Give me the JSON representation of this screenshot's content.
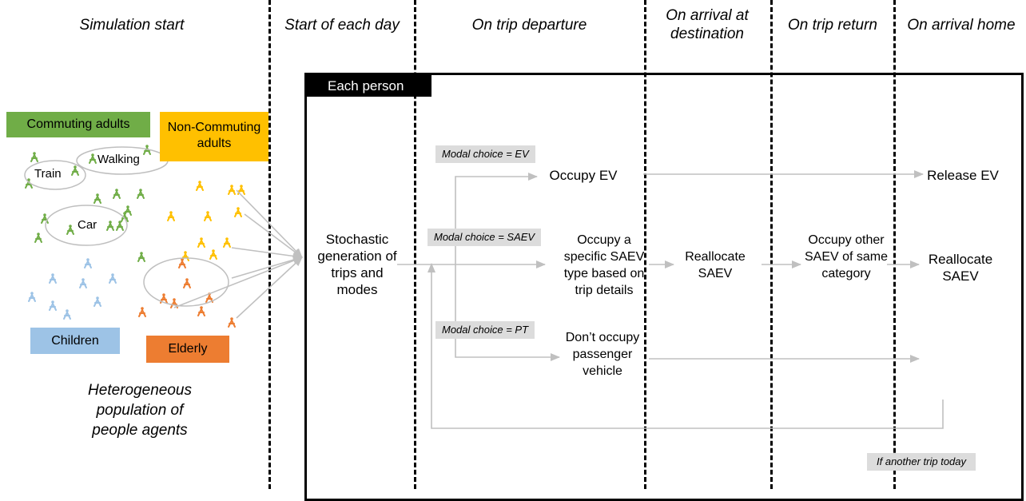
{
  "phases": {
    "sim_start": "Simulation start",
    "day_start": "Start of each day",
    "departure": "On trip departure",
    "arrival": "On arrival at destination",
    "return": "On trip return",
    "home": "On arrival home"
  },
  "population": {
    "commuting": "Commuting adults",
    "non_commuting": "Non-Commuting adults",
    "children": "Children",
    "elderly": "Elderly",
    "train": "Train",
    "walking": "Walking",
    "car": "Car",
    "caption": "Heterogeneous population of people agents"
  },
  "process": {
    "each_person": "Each person",
    "stochastic": "Stochastic generation of trips and modes",
    "modal_ev": "Modal choice = EV",
    "modal_saev": "Modal choice = SAEV",
    "modal_pt": "Modal choice = PT",
    "occupy_ev": "Occupy EV",
    "occupy_saev": "Occupy a specific SAEV type based on trip details",
    "dont_occupy": "Don’t occupy passenger vehicle",
    "reallocate_1": "Reallocate SAEV",
    "occupy_other": "Occupy other SAEV of same category",
    "release_ev": "Release EV",
    "reallocate_2": "Reallocate SAEV",
    "another_trip": "If another trip today"
  },
  "colors": {
    "commuting": "#70ad47",
    "non_commuting": "#ffc000",
    "children": "#9dc3e6",
    "elderly": "#ed7d31",
    "arrow": "#c0c0c0",
    "modal_bg": "#dcdcdc"
  }
}
